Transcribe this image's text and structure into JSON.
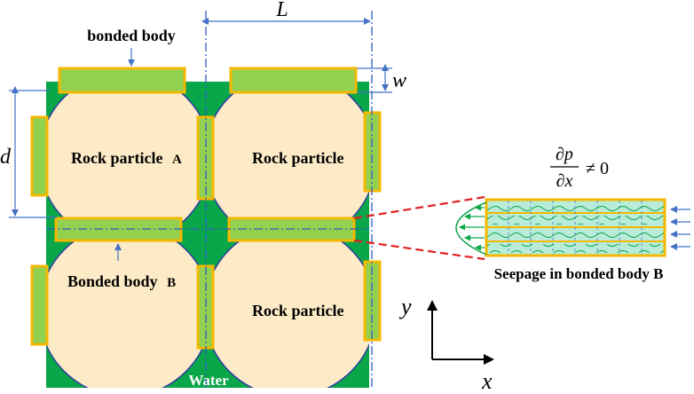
{
  "labels": {
    "bonded_body": "bonded body",
    "rock_particle_a": "Rock particle",
    "rock_particle_a_suffix": "A",
    "rock_particle_1": "Rock particle",
    "rock_particle_2": "Rock particle",
    "bonded_body_b": "Bonded body",
    "bonded_body_b_suffix": "B",
    "water": "Water",
    "seepage": "Seepage in bonded body B"
  },
  "dimensions": {
    "L": "L",
    "w": "w",
    "d": "d"
  },
  "equation": {
    "numerator": "∂p",
    "denominator": "∂x",
    "relation": "≠ 0"
  },
  "axes": {
    "x": "x",
    "y": "y"
  },
  "colors": {
    "water": "#0aa64a",
    "particle": "#fdebc7",
    "bond_fill": "#92d050",
    "bond_border": "#f5b800",
    "outline": "#2f3e9e",
    "arrow": "#4472c4",
    "red_dash": "#e02020"
  }
}
